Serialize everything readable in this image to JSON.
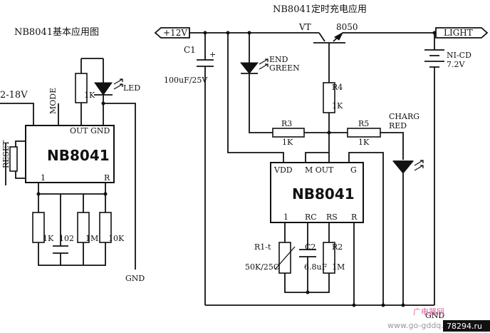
{
  "left_circuit": {
    "title": "NB8041基本应用图",
    "supply": "2-18V",
    "switch_label": "RESET",
    "chip": "NB8041",
    "pins": {
      "mode": "MODE",
      "out_gnd": "OUT GND",
      "p1": "1",
      "r": "R"
    },
    "resistor_top": "1K",
    "led": "LED",
    "r_bottom_1": "1K",
    "c_bottom": "102",
    "r_bottom_2": "1M",
    "r_bottom_3": "10K",
    "gnd": "GND"
  },
  "right_circuit": {
    "title": "NB8041定时充电应用",
    "supply": "+12V",
    "light": "LIGHT",
    "c1": "C1",
    "c1_value": "100uF/25V",
    "end_led": [
      "END",
      "GREEN"
    ],
    "vt": "VT",
    "vt_part": "8050",
    "battery": [
      "NI-CD",
      "7.2V"
    ],
    "r4": "R4",
    "r4_value": "1K",
    "r3": "R3",
    "r3_value": "1K",
    "r5": "R5",
    "r5_value": "1K",
    "charg_led": [
      "CHARG",
      "RED"
    ],
    "chip": "NB8041",
    "pins": {
      "vdd": "VDD",
      "mout": "M OUT",
      "g": "G",
      "p1": "1",
      "rc": "RC",
      "rs": "RS",
      "r": "R"
    },
    "r1": "R1-t",
    "r1_value": "50K/25C",
    "c2": "C2",
    "c2_value": "6.8uF",
    "r2": "R2",
    "r2_value": "1M",
    "gnd": "GND"
  },
  "watermark": {
    "site": "广电器网",
    "url": "www.go-gddq.com",
    "num": "78294.ru"
  }
}
